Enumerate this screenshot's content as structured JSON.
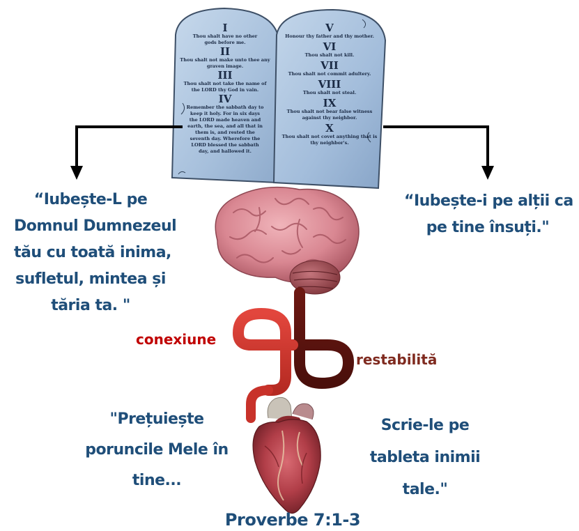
{
  "tablets": {
    "left": [
      {
        "numeral": "I",
        "text": [
          "Thou shalt have no other",
          "gods before me."
        ]
      },
      {
        "numeral": "II",
        "text": [
          "Thou shalt not make unto thee any",
          "graven image."
        ]
      },
      {
        "numeral": "III",
        "text": [
          "Thou shalt not take the name of",
          "the LORD thy God in vain."
        ]
      },
      {
        "numeral": "IV",
        "text": [
          "Remember the sabbath day to",
          "keep it holy. For in six days",
          "the LORD made heaven and",
          "earth, the sea, and all that in",
          "them is, and rested the",
          "seventh day. Wherefore the",
          "LORD blessed the sabbath",
          "day, and hallowed it."
        ]
      }
    ],
    "right": [
      {
        "numeral": "V",
        "text": [
          "Honour thy father and thy mother."
        ]
      },
      {
        "numeral": "VI",
        "text": [
          "Thou shalt not kill."
        ]
      },
      {
        "numeral": "VII",
        "text": [
          "Thou shalt not commit adultery."
        ]
      },
      {
        "numeral": "VIII",
        "text": [
          "Thou shalt not steal."
        ]
      },
      {
        "numeral": "IX",
        "text": [
          "Thou shalt not bear false witness",
          "against thy neighbor."
        ]
      },
      {
        "numeral": "X",
        "text": [
          "Thou shalt not covet anything that is",
          "thy neighbor's."
        ]
      }
    ]
  },
  "left_commandment": {
    "lines": [
      "“Iubește-L pe",
      "Domnul Dumnezeul",
      "tău cu toată  inima,",
      "sufletul, mintea și",
      "tăria ta. \""
    ]
  },
  "right_commandment": {
    "lines": [
      "“Iubește-i pe alții ca",
      "pe tine însuți.\""
    ]
  },
  "connection_words": {
    "left": "conexiune",
    "right": "restabilită"
  },
  "quote_left": {
    "lines": [
      "\"Prețuiește",
      "poruncile Mele în",
      "tine..."
    ]
  },
  "quote_right": {
    "lines": [
      "Scrie-le pe",
      "tableta inimii",
      "tale.\""
    ]
  },
  "reference": "Proverbe 7:1-3",
  "colors": {
    "text_blue": "#1f4e79",
    "word_red": "#c00000",
    "word_maroon": "#7f2a1f",
    "tablet_stone": "#a9c2dd",
    "tube_red": "#c8322a",
    "tube_dark": "#5a1410",
    "brain_pink": "#d88a93",
    "heart_red": "#b8434b"
  }
}
